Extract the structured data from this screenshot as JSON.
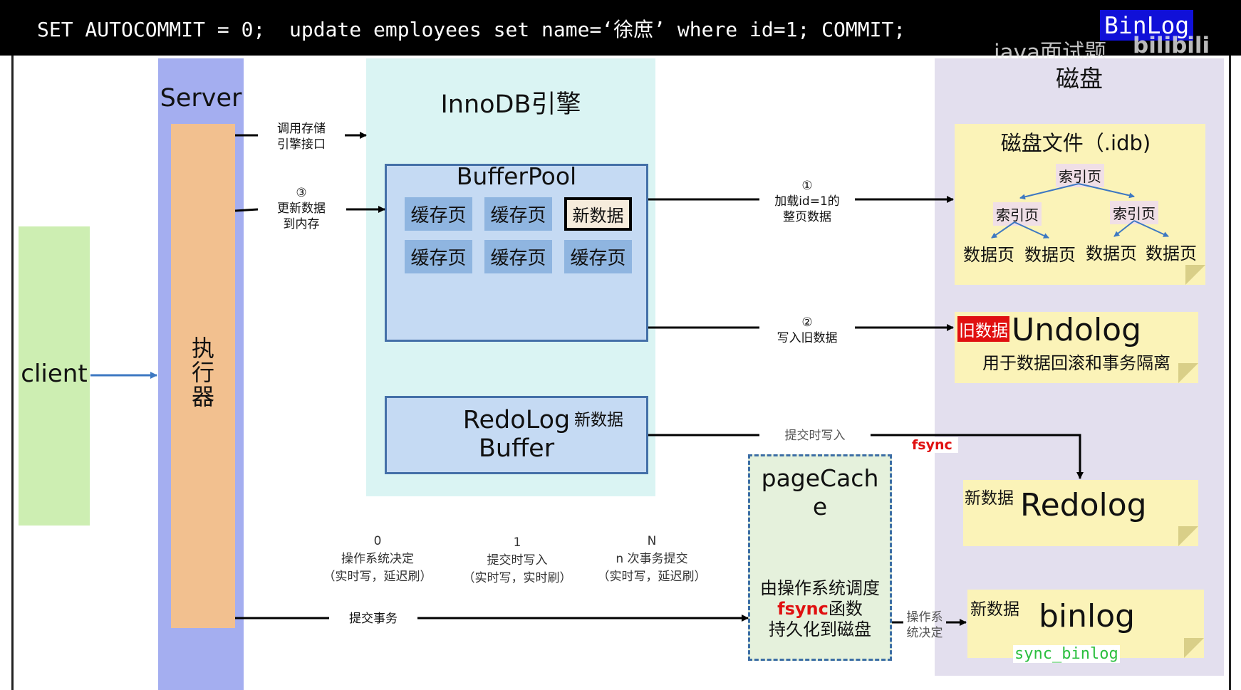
{
  "header": {
    "sql": "SET AUTOCOMMIT = 0;  update employees set name=‘徐庶’ where id=1; COMMIT;",
    "tag": "BinLog",
    "watermark_text": "java面试题",
    "watermark_logo": "bilibili"
  },
  "client": {
    "label": "client"
  },
  "server": {
    "label": "Server",
    "executor_label": "执\n行\n器"
  },
  "innodb": {
    "label": "InnoDB引擎",
    "bufferpool": {
      "label": "BufferPool",
      "pages": [
        "缓存页",
        "缓存页",
        "新数据",
        "缓存页",
        "缓存页",
        "缓存页"
      ]
    },
    "redolog_buffer": {
      "label": "RedoLog\nBuffer",
      "new_data": "新数据"
    }
  },
  "server_calls": {
    "call_engine": "调用存储\n引擎接口",
    "update_memory_num": "③",
    "update_memory": "更新数据\n到内存",
    "commit_tx": "提交事务"
  },
  "disk_flows": {
    "load_num": "①",
    "load": "加载id=1的\n整页数据",
    "write_old_num": "②",
    "write_old": "写入旧数据",
    "commit_write": "提交时写入",
    "fsync": "fsync",
    "os_decide": "操作系\n统决定"
  },
  "flush_policies": [
    {
      "value": "0",
      "title": "操作系统决定",
      "detail": "（实时写，延迟刷）"
    },
    {
      "value": "1",
      "title": "提交时写入",
      "detail": "（实时写，实时刷）"
    },
    {
      "value": "N",
      "title": "n 次事务提交",
      "detail": "（实时写，延迟刷）"
    }
  ],
  "pagecache": {
    "title": "pageCach\ne",
    "desc_line1": "由操作系统调度",
    "desc_fsync": "fsync",
    "desc_fn": "函数",
    "desc_line3": "持久化到磁盘"
  },
  "disk": {
    "label": "磁盘",
    "idb": {
      "title": "磁盘文件（.idb)",
      "root": "索引页",
      "branches": [
        "索引页",
        "索引页"
      ],
      "leaves": [
        "数据页",
        "数据页",
        "数据页",
        "数据页"
      ]
    },
    "undolog": {
      "old_data": "旧数据",
      "title": "Undolog",
      "desc": "用于数据回滚和事务隔离"
    },
    "redolog": {
      "new_data": "新数据",
      "title": "Redolog"
    },
    "binlog": {
      "new_data": "新数据",
      "title": "binlog",
      "sync": "sync_binlog"
    }
  },
  "colors": {
    "client": "#cdeeb2",
    "server": "#a4aef0",
    "executor": "#f2c08f",
    "innodb": "#daf4f3",
    "buffer": "#c5daf3",
    "disk": "#e3dfee",
    "note": "#fbf3b8",
    "highlight_red": "#e01010",
    "sync_green": "#2bbf3f"
  }
}
